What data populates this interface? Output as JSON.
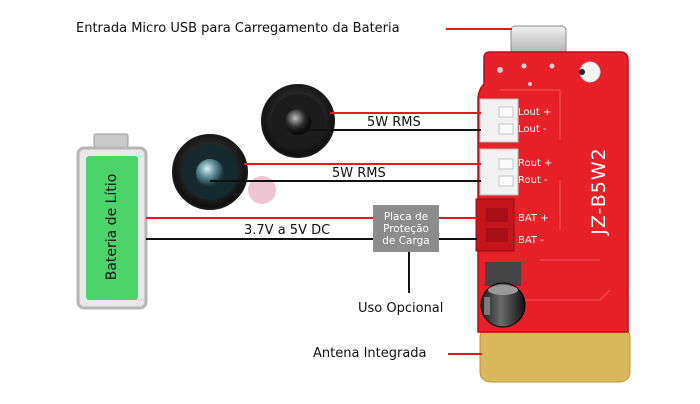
{
  "labels": {
    "usb_charging": "Entrada Micro USB para Carregamento da Bateria",
    "speaker1_power": "5W RMS",
    "speaker2_power": "5W RMS",
    "battery_voltage": "3.7V a 5V DC",
    "optional_use": "Uso Opcional",
    "integrated_antenna": "Antena Integrada"
  },
  "battery": {
    "label": "Bateria de Lítio"
  },
  "protection_board": {
    "line1": "Placa de",
    "line2": "Proteção",
    "line3": "de Carga"
  },
  "board": {
    "model": "JZ-B5W2",
    "pins": {
      "lout_plus": "Lout +",
      "lout_minus": "Lout -",
      "rout_plus": "Rout +",
      "rout_minus": "Rout -",
      "bat_plus": "BAT +",
      "bat_minus": "BAT -"
    }
  },
  "colors": {
    "pcb": "#e8202a",
    "wire_red": "#e31b23",
    "wire_black": "#111111",
    "battery_fill": "#4cd36a",
    "antenna": "#d9b85c",
    "protection_box": "#8c8c8c"
  }
}
